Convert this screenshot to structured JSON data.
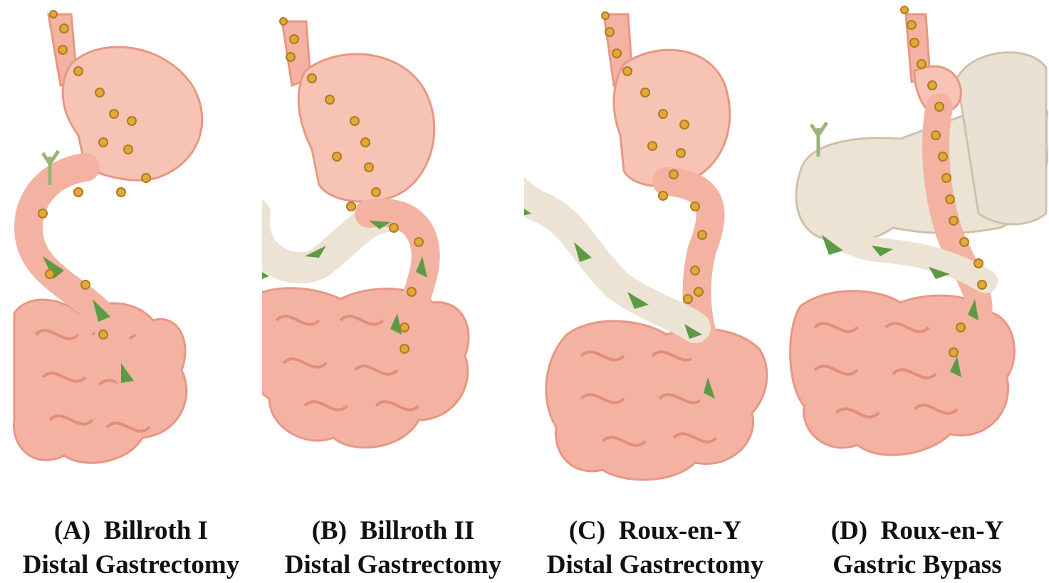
{
  "colors": {
    "tissue": "#f4b2a2",
    "tissue_edge": "#e79783",
    "stomach": "#f7c3b4",
    "bowel_pale": "#ece3d4",
    "bowel_pale_edge": "#cfc1a8",
    "food_particle": "#e2a93a",
    "flow_arrow": "#5d9a45",
    "nerve": "#9ab47a"
  },
  "panels": [
    {
      "letter": "(A)",
      "title": "Billroth I",
      "subtitle": "Distal Gastrectomy",
      "procedure": "billroth-i"
    },
    {
      "letter": "(B)",
      "title": "Billroth II",
      "subtitle": "Distal Gastrectomy",
      "procedure": "billroth-ii"
    },
    {
      "letter": "(C)",
      "title": "Roux-en-Y",
      "subtitle": "Distal Gastrectomy",
      "procedure": "roux-en-y-distal"
    },
    {
      "letter": "(D)",
      "title": "Roux-en-Y",
      "subtitle": "Gastric Bypass",
      "procedure": "roux-en-y-bypass"
    }
  ]
}
